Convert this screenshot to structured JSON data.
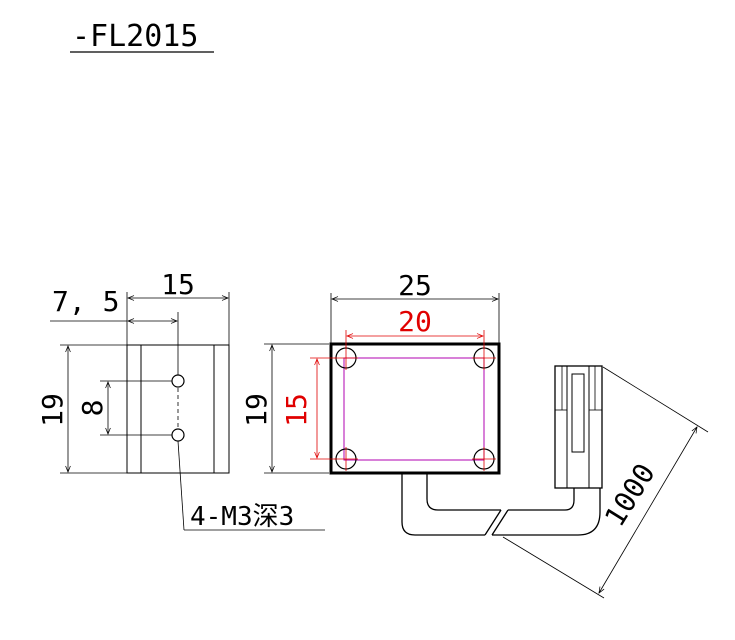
{
  "title": "-FL2015",
  "dims": {
    "side_width": "15",
    "side_offset": "7, 5",
    "side_height": "19",
    "hole_spacing": "8",
    "front_width": "25",
    "hole_pitch_x": "20",
    "front_height": "19",
    "hole_pitch_y": "15",
    "cable_length": "1000"
  },
  "note": "4-M3深3",
  "colors": {
    "line": "#000000",
    "red": "#e00000",
    "magenta": "#b000b0"
  }
}
